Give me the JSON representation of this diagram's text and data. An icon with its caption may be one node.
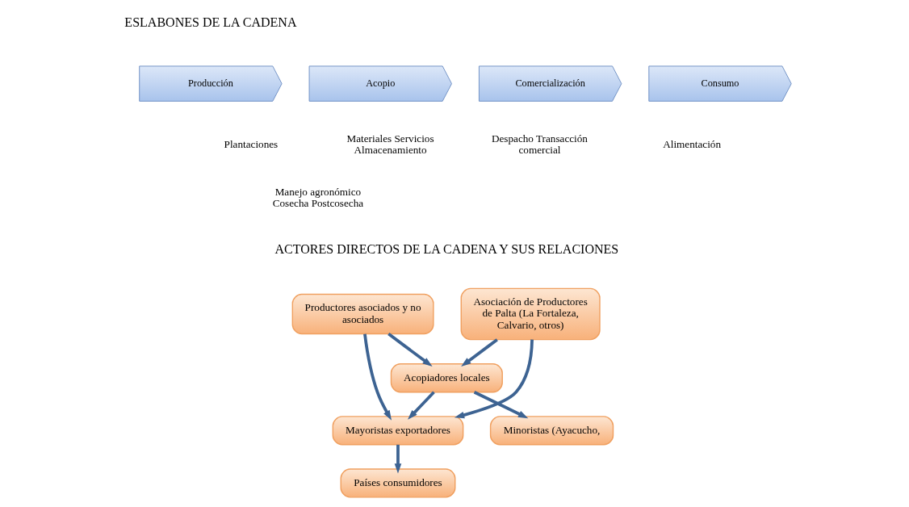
{
  "diagram": {
    "nodes": [
      {
        "text": [
          "Producción"
        ],
        "beside": [
          "Plantaciones",
          "Manejo agronómico Cosecha Postcosecha"
        ]
      },
      {
        "text": [
          "Acopio"
        ],
        "beside": [
          "Materiales Servicios Almacenamiento"
        ]
      },
      {
        "text": [
          "Comercialización"
        ],
        "beside": [
          "Despacho Transacción comercial"
        ]
      },
      {
        "text": [
          "Consumo"
        ],
        "beside": [
          "Alimentación"
        ]
      },
      {
        "text": [
          "Productores asociados y no asociados"
        ]
      },
      {
        "text": [
          "Acopiadores locales"
        ]
      },
      {
        "text": [
          "Minoristas (Ayacucho,"
        ]
      },
      {
        "text": [
          "Mayoristas exportadores"
        ]
      },
      {
        "text": [
          "Países consumidores"
        ]
      },
      {
        "text": [
          "Asociación de Productores de Palta (La Fortaleza, Calvario, otros)"
        ]
      }
    ],
    "edges": [
      {
        "from": 4,
        "to": 5,
        "arrow": "to"
      },
      {
        "from": 4,
        "to": 7,
        "arrow": "to"
      },
      {
        "from": 5,
        "to": 6,
        "arrow": "to"
      },
      {
        "from": 5,
        "to": 7,
        "arrow": "to"
      },
      {
        "from": 9,
        "to": 5,
        "arrow": "to"
      },
      {
        "from": 9,
        "to": 7,
        "arrow": "to"
      },
      {
        "from": 7,
        "to": 8,
        "arrow": "to"
      }
    ],
    "labels": [
      "ESLABONES DE LA CADENA",
      "ACTORES DIRECTOS DE LA CADENA Y SUS RELACIONES"
    ]
  }
}
